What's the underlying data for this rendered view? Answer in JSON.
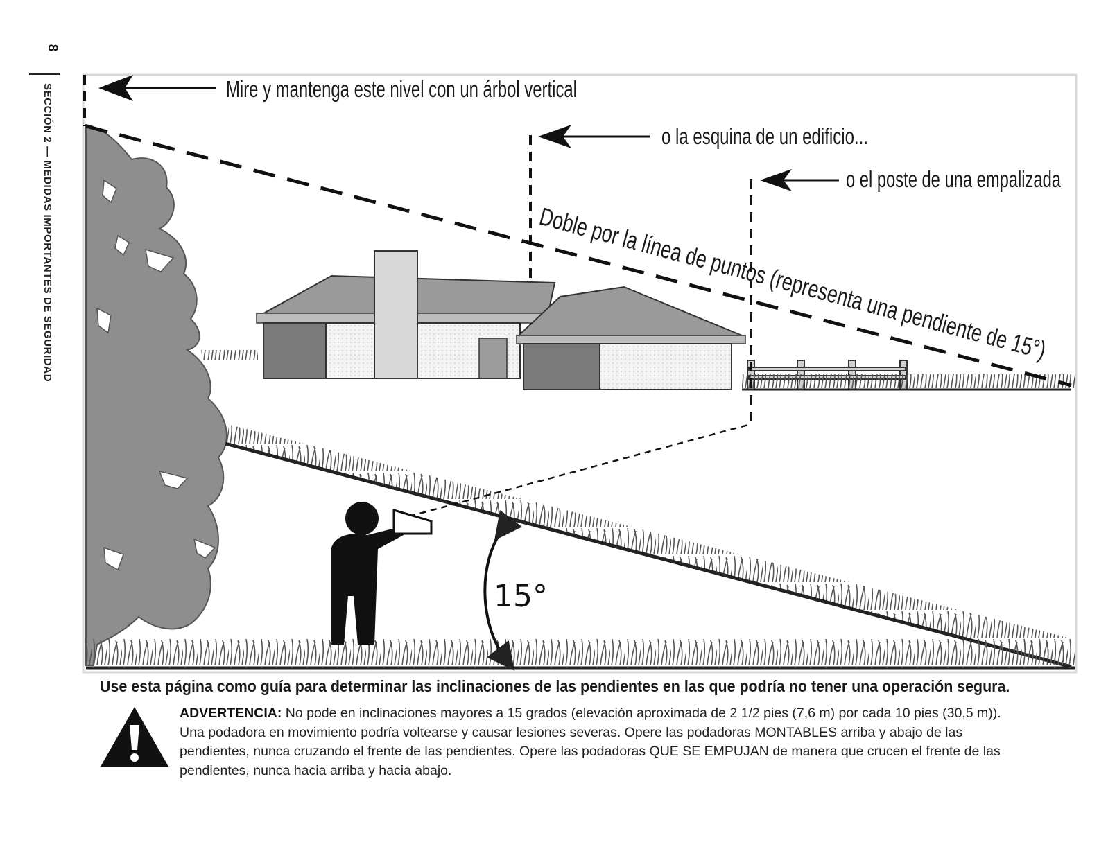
{
  "page": {
    "number": "8",
    "section_header": "SECCIÓN 2 — MEDIDAS IMPORTANTES DE SEGURIDAD"
  },
  "illustration": {
    "callout_tree": "Mire y mantenga este nivel con un árbol vertical",
    "callout_building": "o la esquina de un edificio...",
    "callout_fence": "o el poste de una empalizada",
    "fold_instruction": "Doble por la línea de puntos (representa una pendiente de 15°)",
    "angle_label": "15°"
  },
  "caption": "Use esta página como guía para determinar las inclinaciones de las pendientes en las que podría no tener una operación segura.",
  "warning": {
    "icon": "warning-triangle-icon",
    "label": "ADVERTENCIA:",
    "text": " No pode en inclinaciones mayores a 15 grados (elevación aproximada de 2 1/2 pies (7,6 m) por cada 10 pies (30,5 m)). Una podadora en movimiento podría voltearse y causar lesiones severas. Opere las podadoras MONTABLES arriba y abajo de las pendientes, nunca cruzando el frente de las pendientes. Opere las podadoras QUE SE EMPUJAN de manera que crucen el frente de las pendientes, nunca hacia arriba y hacia abajo."
  }
}
